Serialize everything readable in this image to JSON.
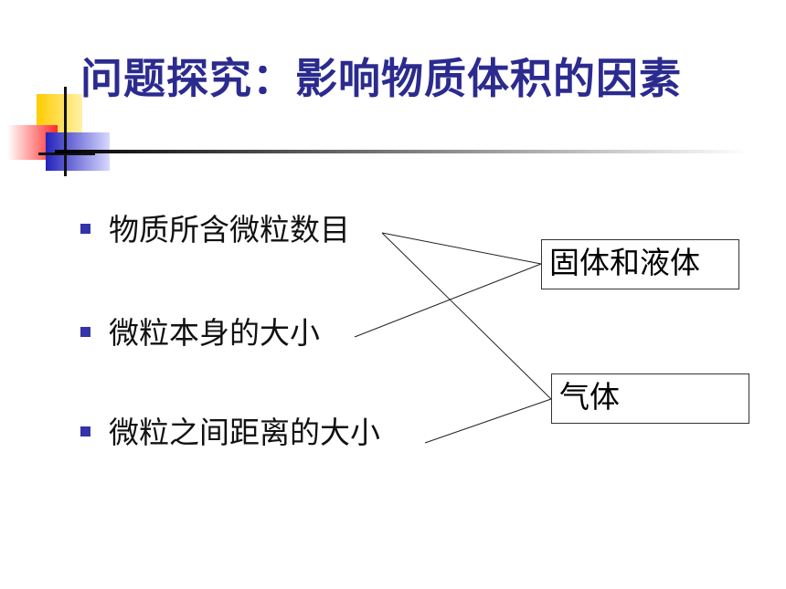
{
  "title": "问题探究：影响物质体积的因素",
  "bullets": [
    {
      "label": "物质所含微粒数目"
    },
    {
      "label": "微粒本身的大小"
    },
    {
      "label": "微粒之间距离的大小"
    }
  ],
  "boxes": {
    "solid_liquid": "固体和液体",
    "gas": "气体"
  },
  "connections": [
    {
      "from": "物质所含微粒数目",
      "to": "固体和液体"
    },
    {
      "from": "物质所含微粒数目",
      "to": "气体"
    },
    {
      "from": "微粒本身的大小",
      "to": "固体和液体"
    },
    {
      "from": "微粒之间距离的大小",
      "to": "气体"
    }
  ],
  "colors": {
    "title": "#2b2b8f",
    "bullet": "#3333aa",
    "accent_yellow": "#ffcc00",
    "accent_red": "#ff3333",
    "accent_blue": "#3333cc"
  }
}
